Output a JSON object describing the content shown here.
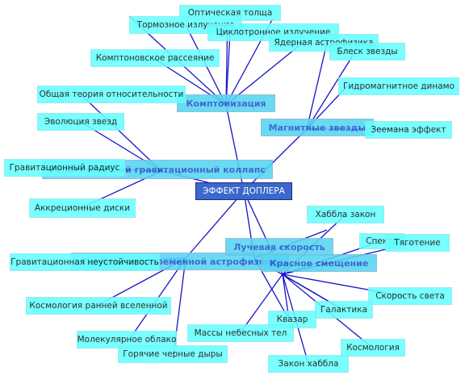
{
  "colors": {
    "edge": "#1414c8",
    "leaf": "#66ffff",
    "hub": "#55d5f2",
    "hub_text": "#2a55c8",
    "center": "#3a68cc"
  },
  "center": "ЭФФЕКТ ДОПЛЕРА",
  "hubs": {
    "comptonization": "Комптонизация",
    "magnetic_stars": "Магнитные звезды",
    "collapse": "Релятивистский гравитационный коллапс",
    "modern_astrophysics": "Проблемы современной астрофизики",
    "radial_velocity": "Лучевая скорость",
    "redshift": "Красное смещение"
  },
  "leaves": {
    "optical_depth": "Оптическая толща",
    "bremsstrahlung": "Тормозное излучение",
    "cyclotron": "Циклотронное излучение",
    "nuclear_astro": "Ядерная астрофизика",
    "star_brightness": "Блеск звезды",
    "compton_scattering": "Комптоновское рассеяние",
    "magnetohydro_dynamo": "Гидромагнитное динамо",
    "general_relativity": "Общая теория относительности",
    "zeeman_effect": "Зеемана эффект",
    "star_evolution": "Эволюция звезд",
    "grav_radius": "Гравитационный радиус",
    "accretion_disks": "Аккреционные диски",
    "hubble_law": "Хаббла закон",
    "spectrum": "Спектр",
    "gravitation": "Тяготение",
    "grav_instability": "Гравитационная неустойчивость",
    "speed_of_light": "Скорость света",
    "early_universe": "Космология ранней вселенной",
    "galaxy": "Галактика",
    "quasar": "Квазар",
    "molecular_cloud": "Молекулярное облако",
    "celestial_masses": "Массы небесных тел",
    "cosmology": "Космология",
    "black_holes": "Горячие черные дыры",
    "hubble_law2": "Закон хаббла"
  }
}
